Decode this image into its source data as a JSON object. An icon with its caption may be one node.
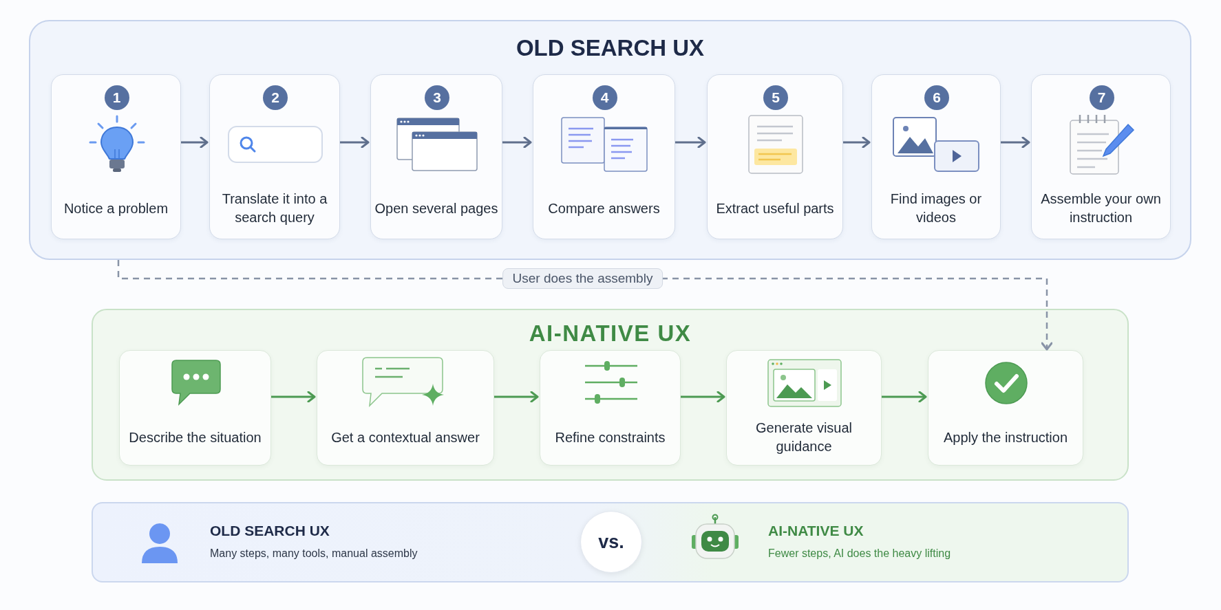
{
  "diagram": {
    "nodes": [
      {
        "text": [
          "OLD SEARCH UX"
        ]
      },
      {
        "text": [
          "1",
          "Notice a problem"
        ],
        "in": 0
      },
      {
        "text": [
          "2",
          "Translate it into a search query"
        ],
        "in": 0
      },
      {
        "text": [
          "3",
          "Open several pages"
        ],
        "in": 0
      },
      {
        "text": [
          "4",
          "Compare answers"
        ],
        "in": 0
      },
      {
        "text": [
          "5",
          "Extract useful parts"
        ],
        "in": 0
      },
      {
        "text": [
          "6",
          "Find images or videos"
        ],
        "in": 0
      },
      {
        "text": [
          "7",
          "Assemble your own instruction"
        ],
        "in": 0
      },
      {
        "text": [
          "AI-NATIVE UX"
        ]
      },
      {
        "text": [
          "Describe the situation"
        ],
        "in": 8
      },
      {
        "text": [
          "Get a contextual answer"
        ],
        "in": 8
      },
      {
        "text": [
          "Refine constraints"
        ],
        "in": 8
      },
      {
        "text": [
          "Generate visual guidance"
        ],
        "in": 8
      },
      {
        "text": [
          "Apply the instruction"
        ],
        "in": 8
      },
      {
        "text": [
          "OLD SEARCH UX",
          "Many steps, many tools, manual assembly",
          "AI-NATIVE UX",
          "Fewer steps, AI does the heavy lifting"
        ]
      },
      {
        "text": [
          "vs."
        ],
        "in": 14
      }
    ],
    "edges": [
      {
        "from": 1,
        "to": 2,
        "arrow": "to"
      },
      {
        "from": 2,
        "to": 3,
        "arrow": "to"
      },
      {
        "from": 3,
        "to": 4,
        "arrow": "to"
      },
      {
        "from": 4,
        "to": 5,
        "arrow": "to"
      },
      {
        "from": 5,
        "to": 6,
        "arrow": "to"
      },
      {
        "from": 6,
        "to": 7,
        "arrow": "to"
      },
      {
        "from": 9,
        "to": 10,
        "arrow": "to",
        "color": "#4c9a52"
      },
      {
        "from": 10,
        "to": 11,
        "arrow": "to",
        "color": "#4c9a52"
      },
      {
        "from": 11,
        "to": 12,
        "arrow": "to",
        "color": "#4c9a52"
      },
      {
        "from": 12,
        "to": 13,
        "arrow": "to",
        "color": "#4c9a52"
      },
      {
        "from": 0,
        "to": 13,
        "arrow": "to",
        "label": "User does the assembly",
        "style": "dashed"
      }
    ]
  }
}
